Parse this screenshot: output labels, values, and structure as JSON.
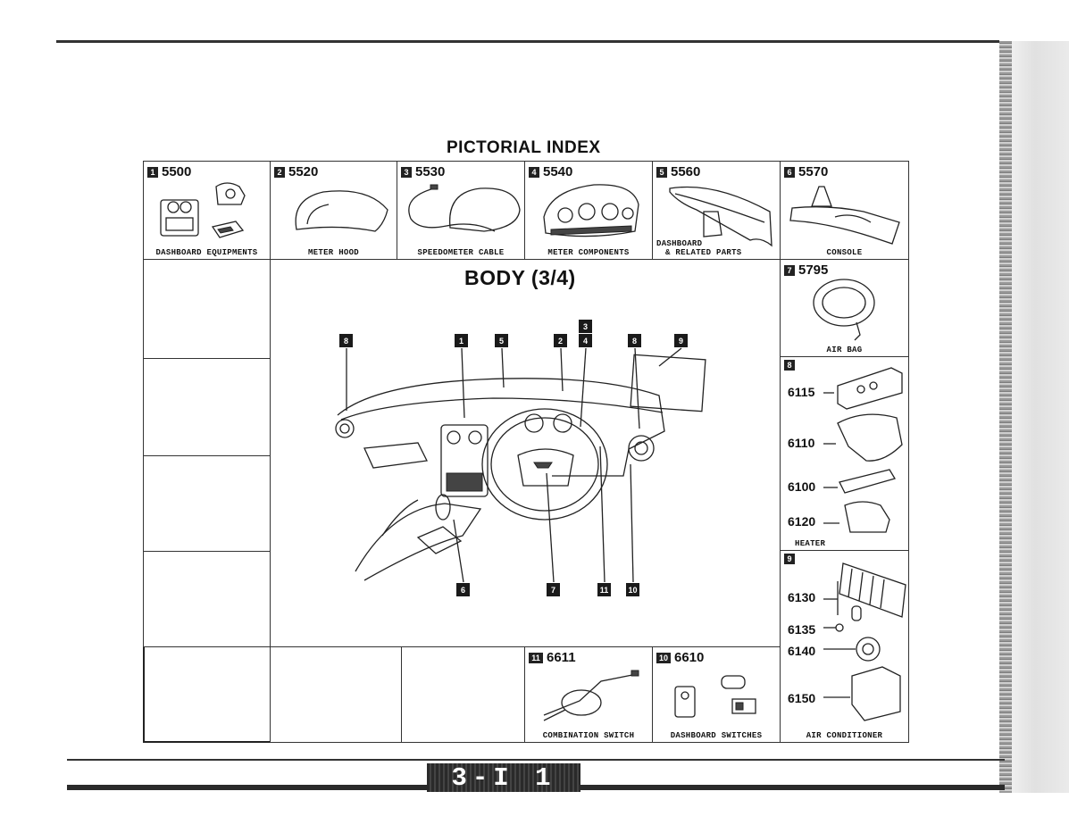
{
  "header": {
    "title": "PICTORIAL INDEX",
    "section_title": "BODY (3/4)"
  },
  "top_row": [
    {
      "num": "1",
      "code": "5500",
      "caption": "DASHBOARD EQUIPMENTS"
    },
    {
      "num": "2",
      "code": "5520",
      "caption": "METER HOOD"
    },
    {
      "num": "3",
      "code": "5530",
      "caption": "SPEEDOMETER CABLE"
    },
    {
      "num": "4",
      "code": "5540",
      "caption": "METER COMPONENTS"
    },
    {
      "num": "5",
      "code": "5560",
      "caption_line1": "DASHBOARD",
      "caption_line2": "& RELATED PARTS"
    },
    {
      "num": "6",
      "code": "5570",
      "caption": "CONSOLE"
    }
  ],
  "airbag": {
    "num": "7",
    "code": "5795",
    "caption": "AIR BAG"
  },
  "heater": {
    "num": "8",
    "codes": [
      "6115",
      "6110",
      "6100",
      "6120"
    ],
    "caption": "HEATER"
  },
  "aircon": {
    "num": "9",
    "codes": [
      "6130",
      "6135",
      "6140",
      "6150"
    ],
    "caption": "AIR CONDITIONER"
  },
  "bottom_row": [
    {
      "num": "11",
      "code": "6611",
      "caption": "COMBINATION SWITCH"
    },
    {
      "num": "10",
      "code": "6610",
      "caption": "DASHBOARD SWITCHES"
    }
  ],
  "callouts": {
    "top": [
      "8",
      "1",
      "5",
      "2",
      "3",
      "4",
      "8",
      "9"
    ],
    "bottom": [
      "6",
      "7",
      "11",
      "10"
    ]
  },
  "footer": {
    "page": "3-I 1"
  }
}
